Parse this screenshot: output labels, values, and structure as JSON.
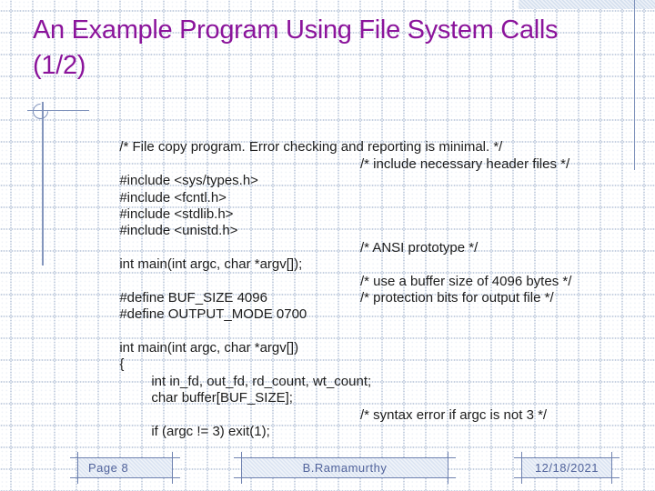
{
  "slide": {
    "title_line1": "An Example Program Using File System Calls",
    "title_line2": "(1/2)"
  },
  "code": {
    "lines": [
      {
        "text": "/* File copy program. Error checking and reporting is minimal. */",
        "comment": ""
      },
      {
        "text": "",
        "comment": "",
        "blank": true
      },
      {
        "text": "#include <sys/types.h>",
        "comment": "/* include necessary header files */"
      },
      {
        "text": "#include <fcntl.h>",
        "comment": ""
      },
      {
        "text": "#include <stdlib.h>",
        "comment": ""
      },
      {
        "text": "#include <unistd.h>",
        "comment": ""
      },
      {
        "text": "",
        "comment": "",
        "blank": true
      },
      {
        "text": "int main(int argc, char *argv[]);",
        "comment": "/* ANSI prototype */"
      },
      {
        "text": "",
        "comment": "",
        "blank": true
      },
      {
        "text": "#define BUF_SIZE 4096",
        "comment": "/* use a buffer size of 4096 bytes */"
      },
      {
        "text": "#define OUTPUT_MODE 0700",
        "comment": "/* protection bits for output file */"
      },
      {
        "text": "",
        "comment": "",
        "blank": true
      },
      {
        "text": "int main(int argc, char *argv[])",
        "comment": ""
      },
      {
        "text": "{",
        "comment": ""
      },
      {
        "text": "int in_fd, out_fd, rd_count, wt_count;",
        "comment": "",
        "indent": 1
      },
      {
        "text": "char buffer[BUF_SIZE];",
        "comment": "",
        "indent": 1
      },
      {
        "text": "",
        "comment": "",
        "blank": true
      },
      {
        "text": "if (argc != 3) exit(1);",
        "comment": "/* syntax error if argc is not 3 */",
        "indent": 1
      }
    ]
  },
  "footer": {
    "page_label": "Page 8",
    "author": "B.Ramamurthy",
    "date": "12/18/2021"
  },
  "colors": {
    "title": "#8B149B",
    "code_text": "#1c1c1c",
    "grid_line": "#c7d1e1",
    "drafting_line": "#7d90ba",
    "footer_fill": "#dbe4f2",
    "footer_text": "#51639b",
    "top_band": "#d4dfee"
  }
}
